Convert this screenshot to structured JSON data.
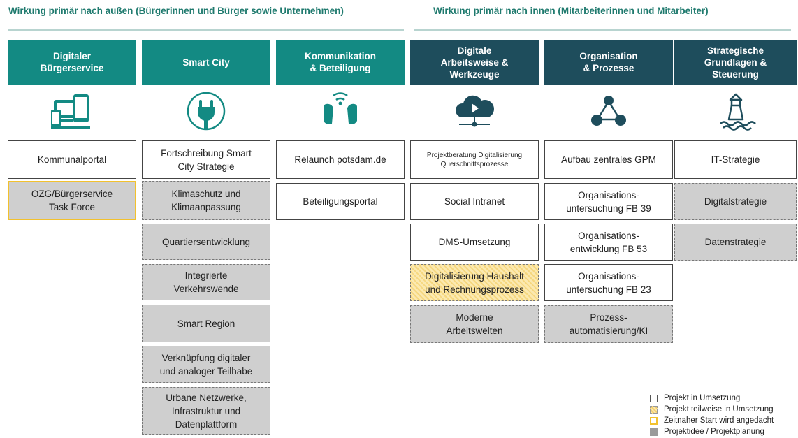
{
  "sections": {
    "outer": "Wirkung primär nach außen (Bürgerinnen und Bürger sowie Unternehmen)",
    "inner": "Wirkung primär nach innen (Mitarbeiterinnen und Mitarbeiter)"
  },
  "columns": [
    {
      "title": "Digitaler\nBürgerservice",
      "icon": "devices-icon",
      "color": "#138a83",
      "items": [
        {
          "label": "Kommunalportal",
          "status": "umsetzung"
        },
        {
          "label": "OZG/Bürgerservice\nTask Force",
          "status": "zeitnah"
        }
      ]
    },
    {
      "title": "Smart City",
      "icon": "plug-icon",
      "color": "#138a83",
      "items": [
        {
          "label": "Fortschreibung Smart\nCity Strategie",
          "status": "umsetzung"
        },
        {
          "label": "Klimaschutz und\nKlimaanpassung",
          "status": "idee"
        },
        {
          "label": "Quartiersentwicklung",
          "status": "idee"
        },
        {
          "label": "Integrierte\nVerkehrswende",
          "status": "idee"
        },
        {
          "label": "Smart Region",
          "status": "idee"
        },
        {
          "label": "Verknüpfung digitaler\nund analoger Teilhabe",
          "status": "idee"
        },
        {
          "label": "Urbane Netzwerke,\nInfrastruktur und\nDatenplattform",
          "status": "idee"
        }
      ]
    },
    {
      "title": "Kommunikation\n& Beteiligung",
      "icon": "communication-icon",
      "color": "#138a83",
      "items": [
        {
          "label": "Relaunch potsdam.de",
          "status": "umsetzung"
        },
        {
          "label": "Beteiligungsportal",
          "status": "umsetzung"
        }
      ]
    },
    {
      "title": "Digitale\nArbeitsweise &\nWerkzeuge",
      "icon": "cloud-play-icon",
      "color": "#1e4d5c",
      "items": [
        {
          "label": "Projektberatung Digitalisierung\nQuerschnittsprozesse",
          "status": "umsetzung",
          "small": true
        },
        {
          "label": "Social Intranet",
          "status": "umsetzung"
        },
        {
          "label": "DMS-Umsetzung",
          "status": "umsetzung"
        },
        {
          "label": "Digitalisierung Haushalt\nund Rechnungsprozess",
          "status": "teilweise"
        },
        {
          "label": "Moderne\nArbeitswelten",
          "status": "idee"
        }
      ]
    },
    {
      "title": "Organisation\n& Prozesse",
      "icon": "network-icon",
      "color": "#1e4d5c",
      "items": [
        {
          "label": "Aufbau zentrales GPM",
          "status": "umsetzung"
        },
        {
          "label": "Organisations-\nuntersuchung FB 39",
          "status": "umsetzung"
        },
        {
          "label": "Organisations-\nentwicklung FB 53",
          "status": "umsetzung"
        },
        {
          "label": "Organisations-\nuntersuchung FB 23",
          "status": "umsetzung"
        },
        {
          "label": "Prozess-\nautomatisierung/KI",
          "status": "idee"
        }
      ]
    },
    {
      "title": "Strategische\nGrundlagen &\nSteuerung",
      "icon": "lighthouse-icon",
      "color": "#1e4d5c",
      "items": [
        {
          "label": "IT-Strategie",
          "status": "umsetzung"
        },
        {
          "label": "Digitalstrategie",
          "status": "idee"
        },
        {
          "label": "Datenstrategie",
          "status": "idee"
        }
      ]
    }
  ],
  "legend": [
    {
      "label": "Projekt in Umsetzung",
      "status": "umsetzung"
    },
    {
      "label": "Projekt teilweise in Umsetzung",
      "status": "teilweise"
    },
    {
      "label": "Zeitnaher Start wird angedacht",
      "status": "zeitnah"
    },
    {
      "label": "Projektidee / Projektplanung",
      "status": "idee"
    }
  ]
}
